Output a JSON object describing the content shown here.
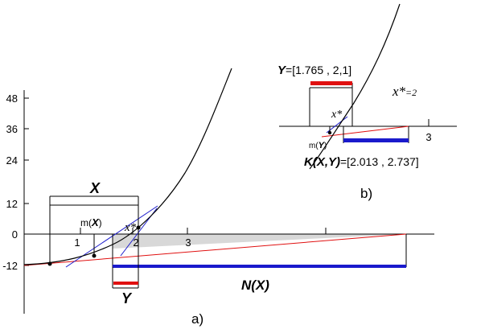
{
  "panel_a": {
    "y_ticks": [
      "48",
      "36",
      "24",
      "12",
      "0",
      "-12"
    ],
    "x_ticks": [
      "1",
      "2",
      "3"
    ],
    "label_X": "X",
    "label_mX_prefix": "m(",
    "label_mX_var": "X",
    "label_mX_suffix": ")",
    "label_xstar": "x*",
    "label_Y": "Y",
    "label_NX": "N(X)",
    "caption": "a)"
  },
  "panel_b": {
    "Y_var": "Y",
    "Y_interval": "=[1.765 , 2,1]",
    "xstar_label": "x*",
    "xstar_eq_main": "x*",
    "xstar_eq_val": "=2",
    "mY_prefix": "m(",
    "mY_var": "Y",
    "mY_suffix": ")",
    "tick_3": "3",
    "K_label": "K(X,Y)",
    "K_interval": "=[2.013 , 2.737]",
    "caption": "b)"
  },
  "colors": {
    "red": "#e01010",
    "blue": "#1a1acc",
    "black": "#000000",
    "shade": "#d8d8d8"
  }
}
